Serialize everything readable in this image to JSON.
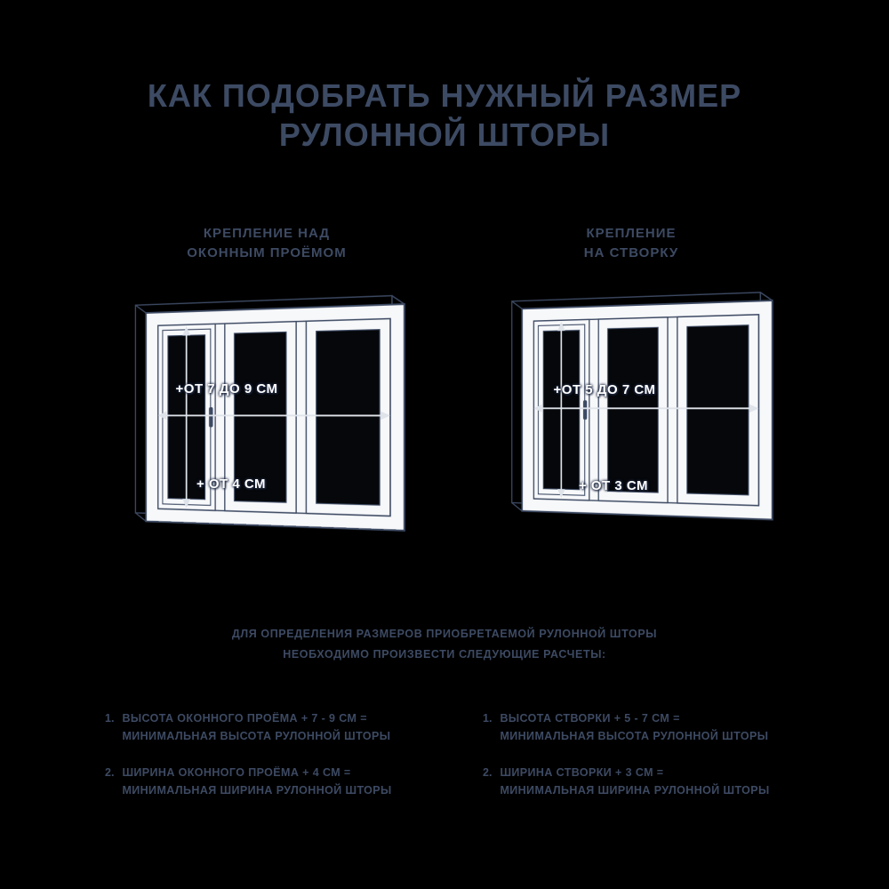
{
  "title": {
    "line1": "КАК ПОДОБРАТЬ НУЖНЫЙ РАЗМЕР",
    "line2": "РУЛОННОЙ ШТОРЫ"
  },
  "left": {
    "header_line1": "КРЕПЛЕНИЕ НАД",
    "header_line2": "ОКОННЫМ ПРОЁМОМ",
    "height_label": "+ОТ 7 ДО 9 СМ",
    "width_label": "+ ОТ 4 СМ",
    "calc": [
      {
        "num": "1.",
        "line1": "ВЫСОТА ОКОННОГО ПРОЁМА + 7 - 9 СМ =",
        "line2": "МИНИМАЛЬНАЯ ВЫСОТА РУЛОННОЙ ШТОРЫ"
      },
      {
        "num": "2.",
        "line1": "ШИРИНА ОКОННОГО ПРОЁМА + 4 СМ =",
        "line2": "МИНИМАЛЬНАЯ ШИРИНА РУЛОННОЙ ШТОРЫ"
      }
    ]
  },
  "right": {
    "header_line1": "КРЕПЛЕНИЕ",
    "header_line2": "НА СТВОРКУ",
    "height_label": "+ОТ 5 ДО 7 СМ",
    "width_label": "+ ОТ 3 СМ",
    "calc": [
      {
        "num": "1.",
        "line1": "ВЫСОТА СТВОРКИ + 5 - 7 СМ =",
        "line2": "МИНИМАЛЬНАЯ ВЫСОТА РУЛОННОЙ ШТОРЫ"
      },
      {
        "num": "2.",
        "line1": "ШИРИНА СТВОРКИ + 3 СМ =",
        "line2": "МИНИМАЛЬНАЯ ШИРИНА РУЛОННОЙ ШТОРЫ"
      }
    ]
  },
  "note": {
    "line1": "ДЛЯ ОПРЕДЕЛЕНИЯ РАЗМЕРОВ ПРИОБРЕТАЕМОЙ РУЛОННОЙ ШТОРЫ",
    "line2": "НЕОБХОДИМО ПРОИЗВЕСТИ СЛЕДУЮЩИЕ РАСЧЕТЫ:"
  },
  "colors": {
    "background": "#000000",
    "text": "#3d4a63",
    "label_text": "#ffffff",
    "frame_fill": "#f7f8fa",
    "frame_stroke": "#3d4a63",
    "dimension_line": "#dfe3ea"
  }
}
